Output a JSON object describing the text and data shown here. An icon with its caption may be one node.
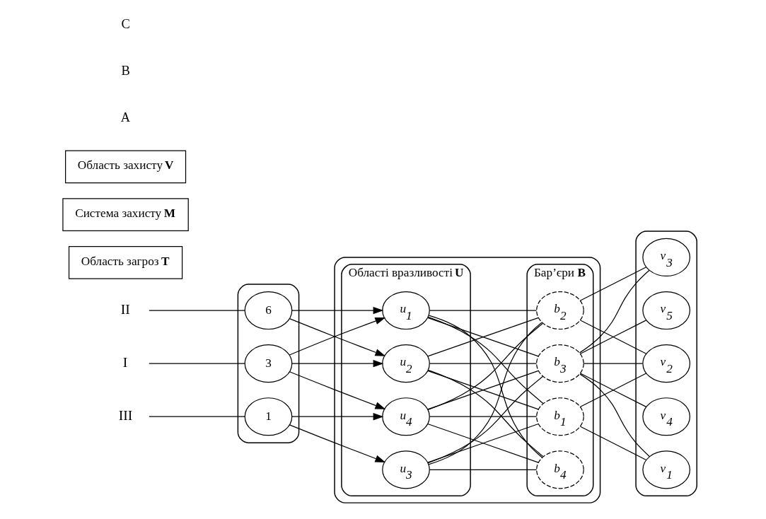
{
  "diagram": {
    "nodes": [
      {
        "text": [],
        "shape": "ellipse"
      },
      {
        "text": [
          "3"
        ],
        "in": 0
      },
      {
        "text": [
          "6"
        ],
        "in": 0
      },
      {
        "text": [
          "1"
        ],
        "in": 0
      },
      {
        "text": [],
        "shape": "ellipse"
      },
      {
        "text": [
          "Області вразливості **U**"
        ],
        "in": 4
      },
      {
        "text": [
          "u$_{1}$"
        ],
        "in": 5
      },
      {
        "text": [
          "u$_{2}$"
        ],
        "in": 5
      },
      {
        "text": [
          "u$_{3}$"
        ],
        "in": 5
      },
      {
        "text": [
          "u$_{4}$"
        ],
        "in": 5
      },
      {
        "text": [
          "Бар’єри **B**"
        ],
        "in": 4
      },
      {
        "text": [
          "b$_{1}$"
        ],
        "in": 10
      },
      {
        "text": [
          "b$_{2}$"
        ],
        "in": 10
      },
      {
        "text": [
          "b$_{3}$"
        ],
        "in": 10
      },
      {
        "text": [
          "b$_{4}$"
        ],
        "in": 10
      },
      {
        "text": [],
        "shape": "ellipse"
      },
      {
        "text": [
          "v$_{1}$"
        ],
        "in": 15
      },
      {
        "text": [
          "v$_{2}$"
        ],
        "in": 15
      },
      {
        "text": [
          "v$_{3}$"
        ],
        "in": 15
      },
      {
        "text": [
          "v$_{4}$"
        ],
        "in": 15
      },
      {
        "text": [
          "v$_{5}$"
        ],
        "in": 15
      },
      {
        "text": [
          "I"
        ]
      },
      {
        "text": [
          "II"
        ]
      },
      {
        "text": [
          "III"
        ]
      },
      {
        "text": [
          "Область загроз **T**"
        ]
      },
      {
        "text": [
          "Система захисту **M**"
        ]
      },
      {
        "text": [
          "Область захисту **V**"
        ]
      }
    ],
    "edges": [
      {
        "from": 21,
        "to": 1,
        "arrow": "none"
      },
      {
        "from": 22,
        "to": 2,
        "arrow": "none"
      },
      {
        "from": 23,
        "to": 3,
        "arrow": "none"
      },
      {
        "from": 1,
        "to": 6,
        "arrow": "to"
      },
      {
        "from": 1,
        "to": 7,
        "arrow": "to"
      },
      {
        "from": 1,
        "to": 9,
        "arrow": "to"
      },
      {
        "from": 2,
        "to": 6,
        "arrow": "to"
      },
      {
        "from": 2,
        "to": 7,
        "arrow": "to"
      },
      {
        "from": 3,
        "to": 8,
        "arrow": "to"
      },
      {
        "from": 3,
        "to": 9,
        "arrow": "to"
      },
      {
        "from": 6,
        "to": 11,
        "arrow": "none"
      },
      {
        "from": 6,
        "to": 12,
        "arrow": "none"
      },
      {
        "from": 6,
        "to": 13,
        "arrow": "none"
      },
      {
        "from": 6,
        "to": 14,
        "arrow": "none"
      },
      {
        "from": 7,
        "to": 11,
        "arrow": "none"
      },
      {
        "from": 7,
        "to": 12,
        "arrow": "none"
      },
      {
        "from": 7,
        "to": 13,
        "arrow": "none"
      },
      {
        "from": 7,
        "to": 14,
        "arrow": "none"
      },
      {
        "from": 8,
        "to": 11,
        "arrow": "none"
      },
      {
        "from": 8,
        "to": 12,
        "arrow": "none"
      },
      {
        "from": 8,
        "to": 13,
        "arrow": "none"
      },
      {
        "from": 8,
        "to": 14,
        "arrow": "none"
      },
      {
        "from": 9,
        "to": 11,
        "arrow": "none"
      },
      {
        "from": 9,
        "to": 12,
        "arrow": "none"
      },
      {
        "from": 9,
        "to": 13,
        "arrow": "none"
      },
      {
        "from": 9,
        "to": 14,
        "arrow": "none"
      },
      {
        "from": 11,
        "to": 16,
        "arrow": "none"
      },
      {
        "from": 11,
        "to": 17,
        "arrow": "none"
      },
      {
        "from": 12,
        "to": 17,
        "arrow": "none"
      },
      {
        "from": 12,
        "to": 18,
        "arrow": "none"
      },
      {
        "from": 13,
        "to": 16,
        "arrow": "none"
      },
      {
        "from": 13,
        "to": 17,
        "arrow": "none"
      },
      {
        "from": 13,
        "to": 18,
        "arrow": "none"
      },
      {
        "from": 13,
        "to": 19,
        "arrow": "none"
      },
      {
        "from": 13,
        "to": 20,
        "arrow": "none"
      }
    ],
    "labels": [
      "A",
      "B",
      "C"
    ]
  }
}
